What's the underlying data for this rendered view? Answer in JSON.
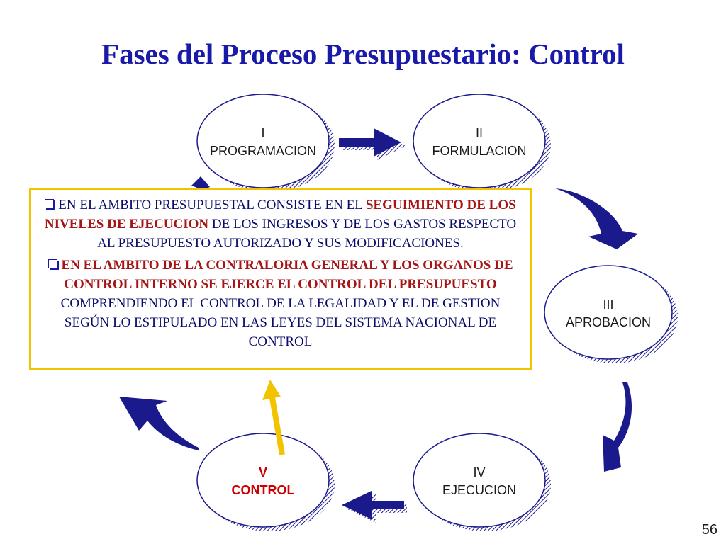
{
  "title": "Fases del Proceso Presupuestario: Control",
  "phases": [
    {
      "numeral": "I",
      "name": "PROGRAMACION"
    },
    {
      "numeral": "II",
      "name": "FORMULACION"
    },
    {
      "numeral": "III",
      "name": "APROBACION"
    },
    {
      "numeral": "IV",
      "name": "EJECUCION"
    },
    {
      "numeral": "V",
      "name": "CONTROL"
    }
  ],
  "info": {
    "p1": {
      "a": "EN EL AMBITO PRESUPUESTAL CONSISTE EN EL",
      "b": "SEGUIMIENTO DE LOS NIVELES DE EJECUCION",
      "c": "DE LOS INGRESOS Y DE LOS GASTOS RESPECTO AL PRESUPUESTO AUTORIZADO Y SUS MODIFICACIONES."
    },
    "p2": {
      "a": "EN EL AMBITO DE LA CONTRALORIA GENERAL Y LOS ORGANOS DE CONTROL INTERNO SE EJERCE EL CONTROL DEL PRESUPUESTO",
      "b": "COMPRENDIENDO EL CONTROL DE LA LEGALIDAD Y EL DE GESTION SEGÚN LO ESTIPULADO EN LAS LEYES DEL SISTEMA NACIONAL DE CONTROL"
    }
  },
  "page_number": "56",
  "colors": {
    "title": "#1a1aa8",
    "arrow": "#1a1a8c",
    "highlight": "#a51515",
    "active_phase": "#cc0000",
    "box_border": "#f2c400",
    "pointer_arrow": "#f2c400"
  }
}
